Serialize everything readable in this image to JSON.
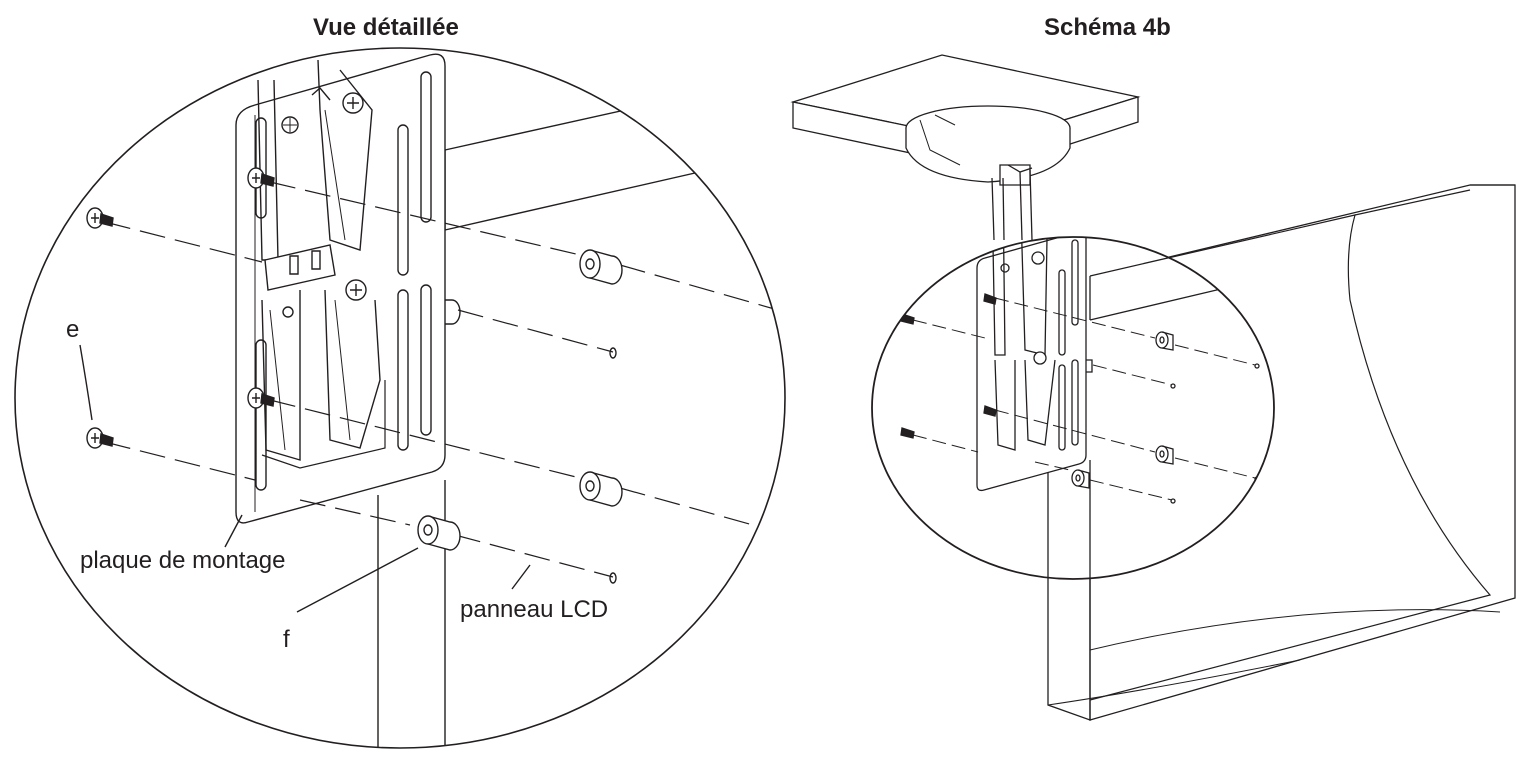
{
  "figure": {
    "detail_view_title": "Vue détaillée",
    "diagram_title": "Schéma 4b",
    "labels": {
      "screw": "e",
      "spacer": "f",
      "mounting_plate": "plaque de montage",
      "lcd_panel": "panneau LCD"
    }
  },
  "colors": {
    "ink": "#231f20",
    "background": "#ffffff"
  }
}
